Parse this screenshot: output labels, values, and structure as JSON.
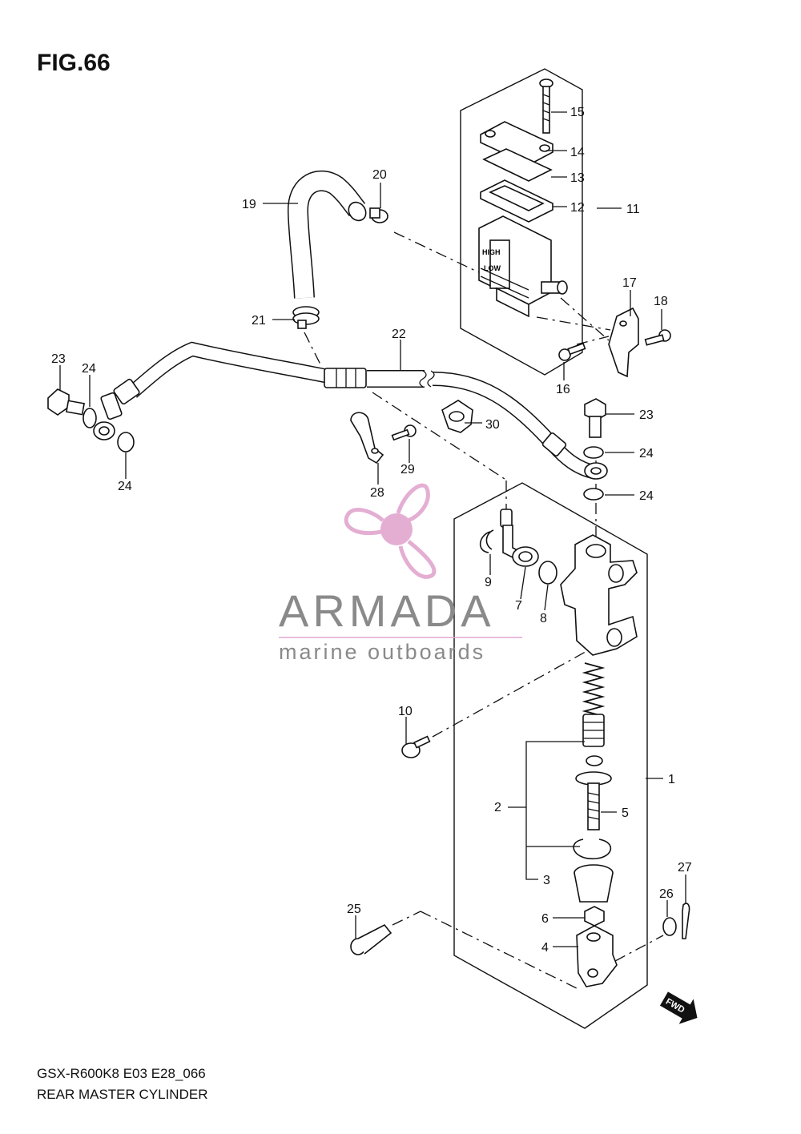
{
  "header": {
    "figure": "FIG.66"
  },
  "footer": {
    "model_code": "GSX-R600K8 E03 E28_066",
    "caption": "REAR MASTER CYLINDER"
  },
  "watermark": {
    "brand": "ARMADA",
    "tagline": "marine outboards",
    "logo_color": "#e2a6cf",
    "text_color": "#8a8a8a"
  },
  "badge": {
    "fwd": "FWD"
  },
  "callouts": {
    "c1": "1",
    "c2": "2",
    "c3": "3",
    "c4": "4",
    "c5": "5",
    "c6": "6",
    "c7": "7",
    "c8": "8",
    "c9": "9",
    "c10": "10",
    "c11": "11",
    "c12": "12",
    "c13": "13",
    "c14": "14",
    "c15": "15",
    "c16": "16",
    "c17": "17",
    "c18": "18",
    "c19": "19",
    "c20": "20",
    "c21": "21",
    "c22": "22",
    "c23a": "23",
    "c23b": "23",
    "c24a": "24",
    "c24b": "24",
    "c24c": "24",
    "c24d": "24",
    "c25": "25",
    "c26": "26",
    "c27": "27",
    "c28": "28",
    "c29": "29",
    "c30": "30"
  }
}
